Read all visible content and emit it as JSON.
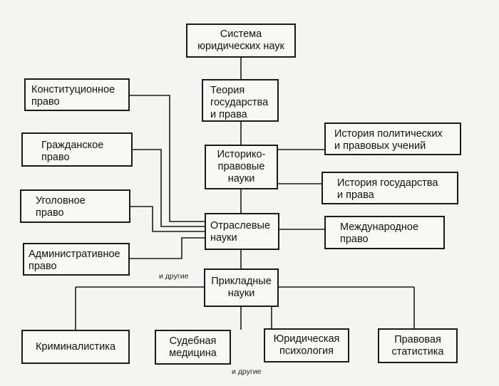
{
  "nodes": {
    "system": "Система\nюридических наук",
    "theory": "Теория\nгосударства\nи права",
    "historical": "Историко-\nправовые\nнауки",
    "branch": "Отраслевые\nнауки",
    "applied": "Прикладные\nнауки",
    "constitutional": "Конституционное\nправо",
    "civil": "Гражданское\nправо",
    "criminal": "Уголовное\nправо",
    "administrative": "Административное\nправо",
    "history_political": "История политических\nи правовых учений",
    "history_state": "История государства\nи права",
    "international": "Международное\nправо",
    "criminalistics": "Криминалистика",
    "forensic_medicine": "Судебная\nмедицина",
    "legal_psychology": "Юридическая\nпсихология",
    "legal_statistics": "Правовая\nстатистика"
  },
  "notes": {
    "branch_others": "и другие",
    "applied_others": "и другие"
  }
}
